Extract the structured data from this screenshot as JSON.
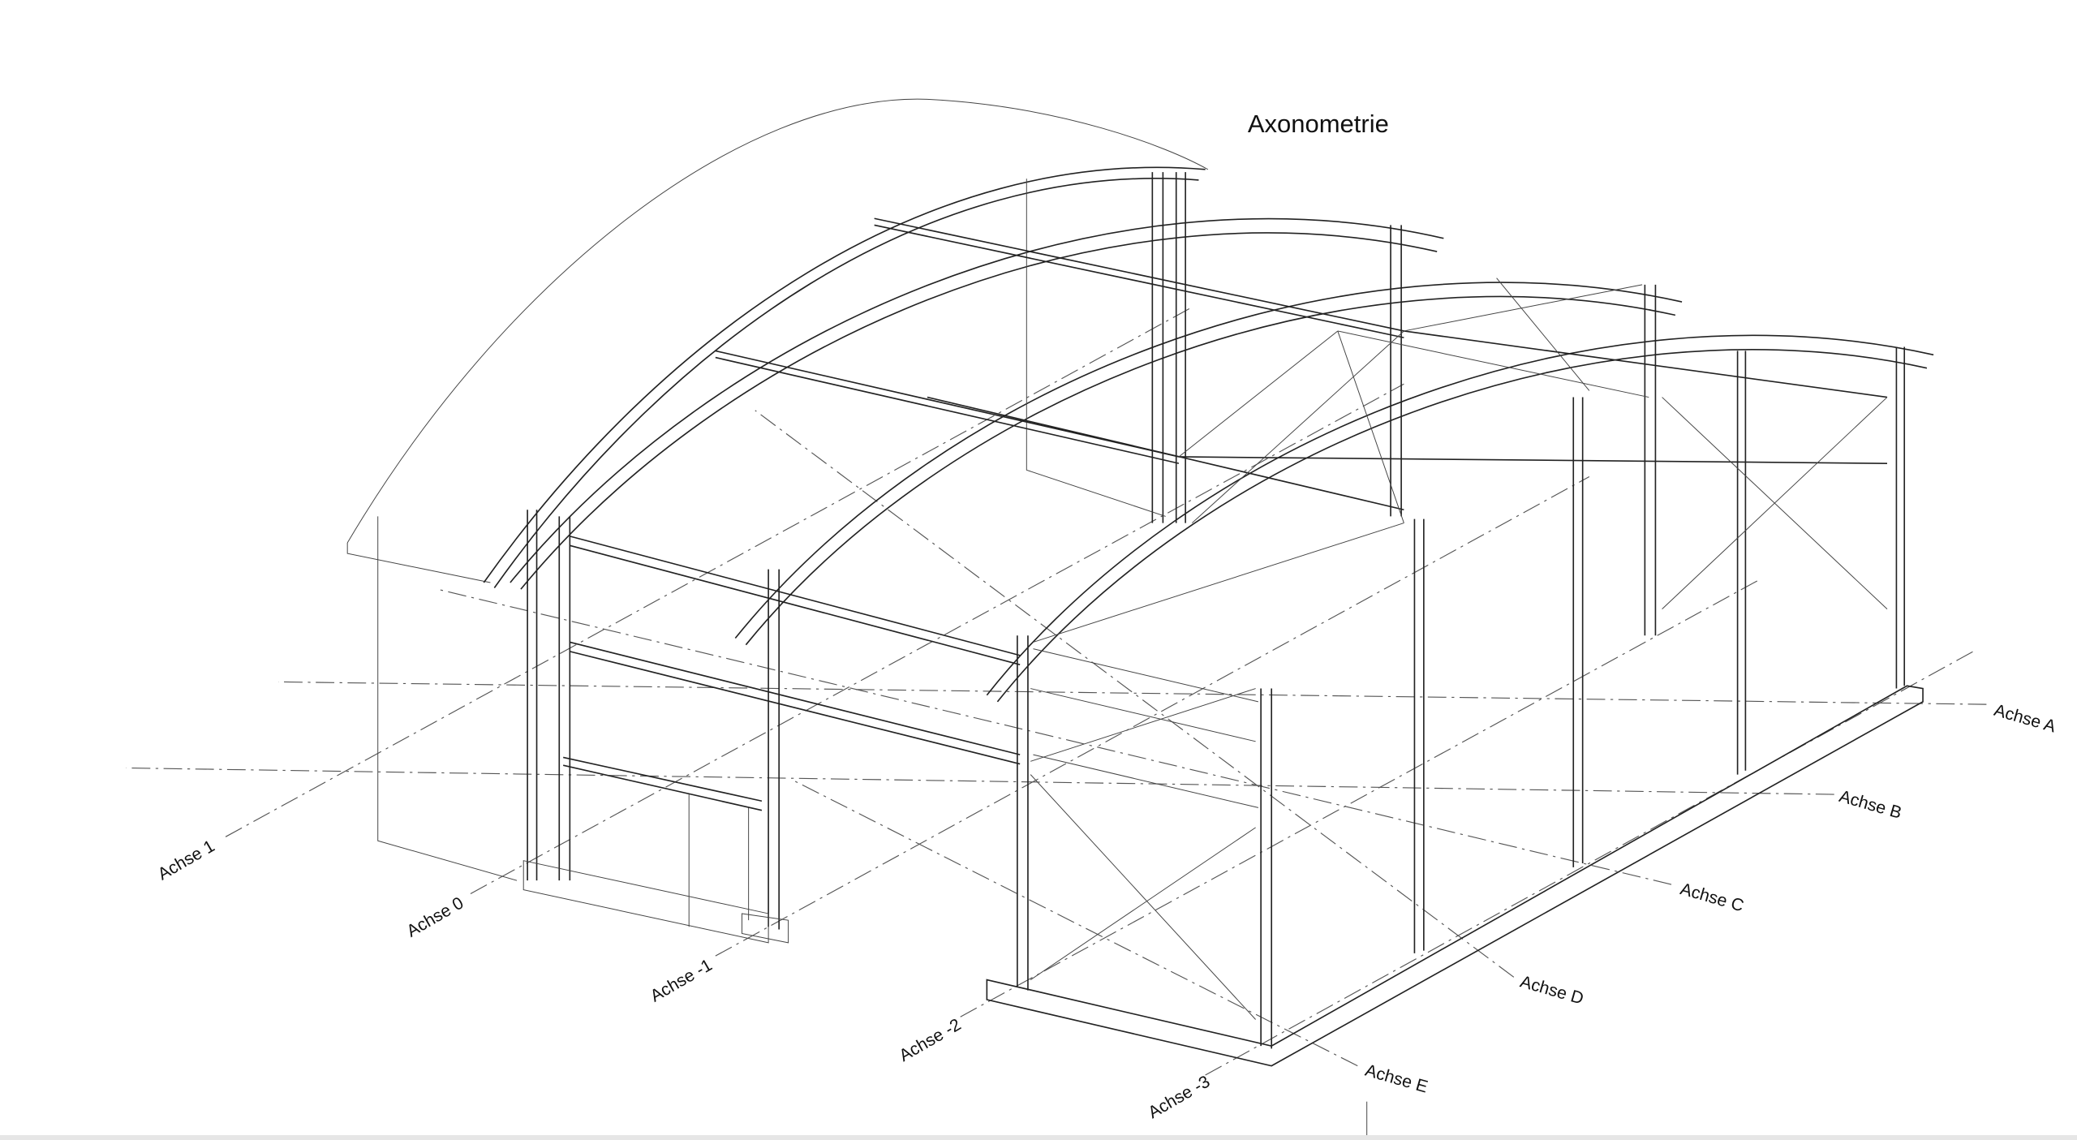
{
  "title": "Axonometrie",
  "axes_numbered": [
    "Achse 1",
    "Achse 0",
    "Achse -1",
    "Achse -2",
    "Achse -3"
  ],
  "axes_lettered": [
    "Achse A",
    "Achse B",
    "Achse C",
    "Achse D",
    "Achse E"
  ]
}
